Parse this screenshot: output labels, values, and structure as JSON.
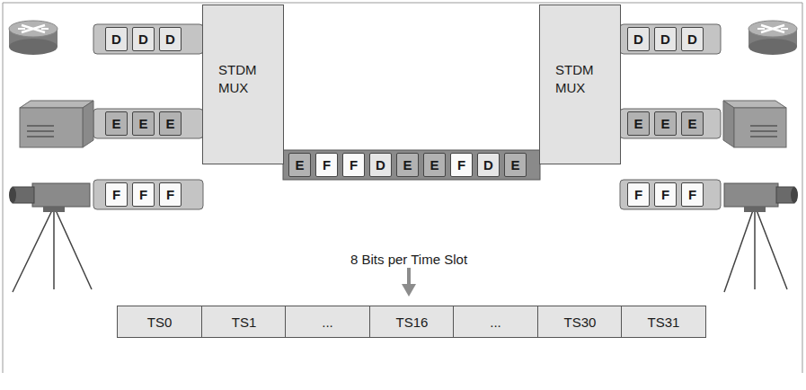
{
  "diagram": {
    "nodes": [
      {
        "text": [
          "STDM MUX"
        ]
      },
      {
        "text": [
          "STDM MUX"
        ]
      },
      {
        "text": [
          "D"
        ]
      },
      {
        "text": [
          "D"
        ]
      },
      {
        "text": [
          "D"
        ]
      },
      {
        "text": [
          "D"
        ]
      },
      {
        "text": [
          "D"
        ]
      },
      {
        "text": [
          "D"
        ]
      },
      {
        "text": [
          "E"
        ]
      },
      {
        "text": [
          "E"
        ]
      },
      {
        "text": [
          "E"
        ]
      },
      {
        "text": [
          "E"
        ]
      },
      {
        "text": [
          "E"
        ]
      },
      {
        "text": [
          "E"
        ]
      },
      {
        "text": [
          "E"
        ]
      },
      {
        "text": [
          "F"
        ]
      },
      {
        "text": [
          "F"
        ]
      },
      {
        "text": [
          "D"
        ]
      },
      {
        "text": [
          "E"
        ]
      },
      {
        "text": [
          "E"
        ]
      },
      {
        "text": [
          "F"
        ]
      },
      {
        "text": [
          "D"
        ]
      },
      {
        "text": [
          "E"
        ]
      },
      {
        "text": [
          "F"
        ]
      },
      {
        "text": [
          "F"
        ]
      },
      {
        "text": [
          "F"
        ]
      },
      {
        "text": [
          "F"
        ]
      },
      {
        "text": [
          "F"
        ]
      },
      {
        "text": [
          "F"
        ]
      },
      {
        "text": [
          "TS0"
        ]
      },
      {
        "text": [
          "TS1"
        ]
      },
      {
        "text": [
          "..."
        ]
      },
      {
        "text": [
          "TS16"
        ]
      },
      {
        "text": [
          "..."
        ]
      },
      {
        "text": [
          "TS30"
        ]
      },
      {
        "text": [
          "TS31"
        ]
      }
    ],
    "labels": [
      "8 Bits per Time Slot"
    ]
  }
}
